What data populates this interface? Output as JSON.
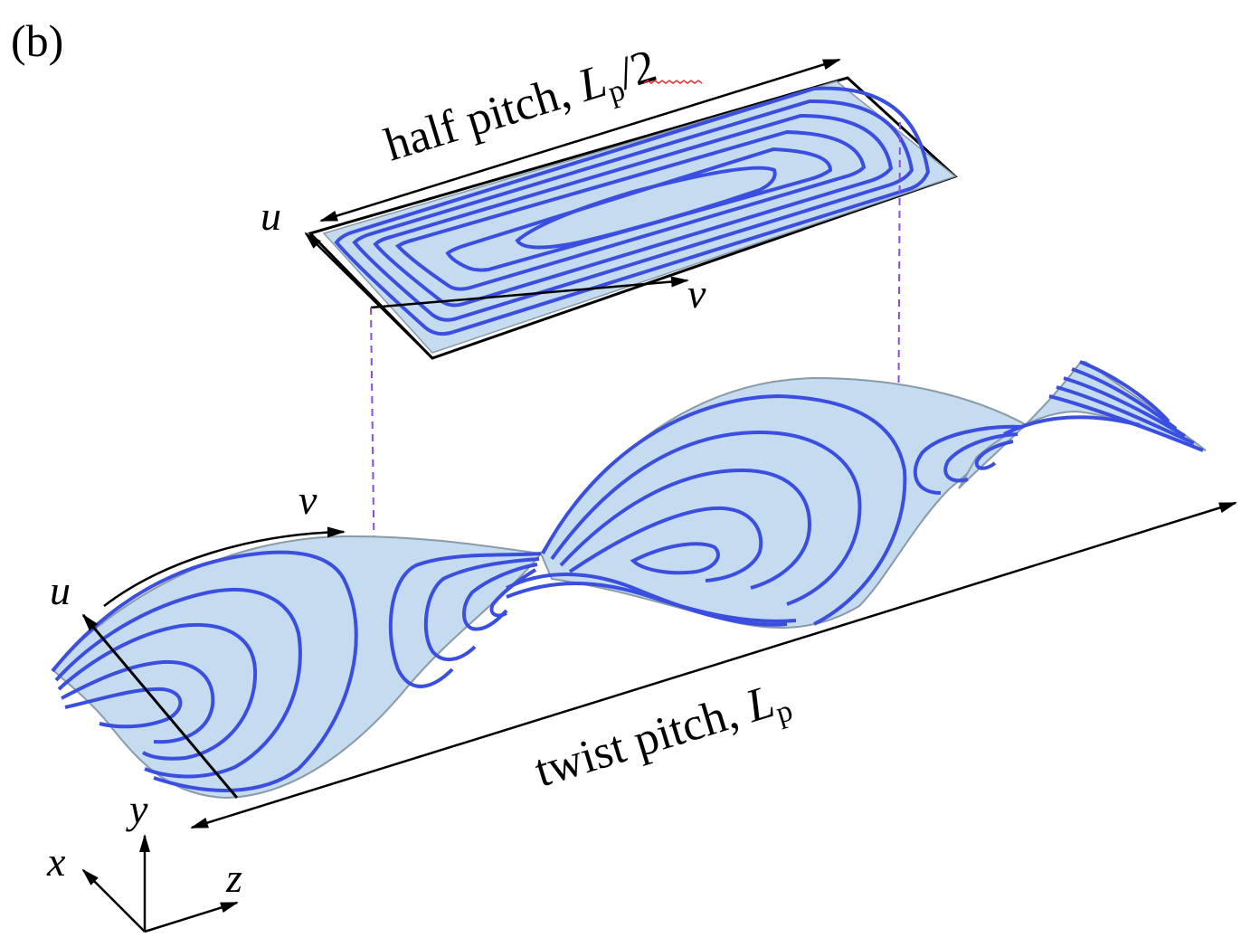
{
  "panel_label": "(b)",
  "top_strip": {
    "title_text": "half pitch, ",
    "title_symbol": "L",
    "title_subscript": "p",
    "title_suffix": "/2",
    "axis_u": "u",
    "axis_v": "v"
  },
  "twisted_ribbon": {
    "axis_u": "u",
    "axis_v": "v",
    "pitch_text": "twist pitch, ",
    "pitch_symbol": "L",
    "pitch_subscript": "p"
  },
  "triad": {
    "x": "x",
    "y": "y",
    "z": "z"
  },
  "colors": {
    "surface_fill": "#c4dbf0",
    "surface_edge": "#8a9aa8",
    "streamline": "#3a4fe0",
    "guide_dash": "#8a4be6",
    "arrow": "#000000"
  }
}
